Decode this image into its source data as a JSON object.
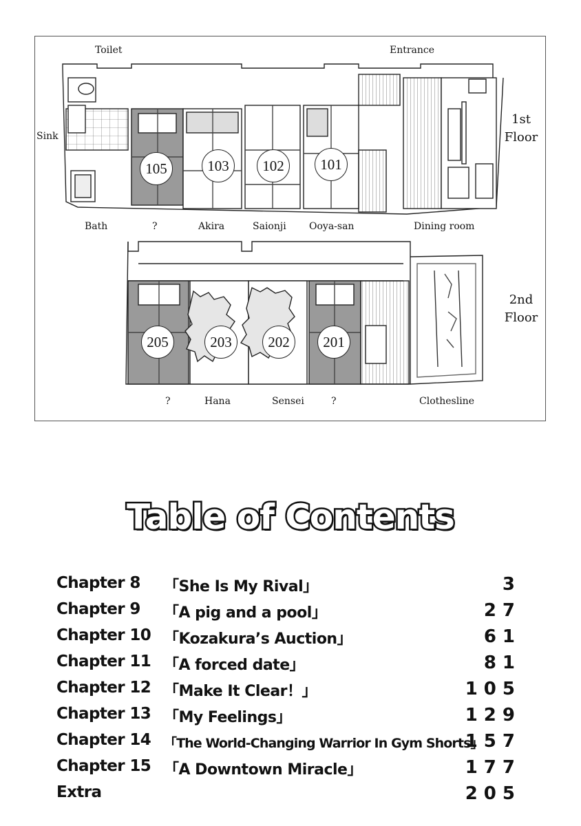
{
  "floor_plan": {
    "floor_labels": {
      "first_line1": "1st",
      "first_line2": "Floor",
      "second_line1": "2nd",
      "second_line2": "Floor"
    },
    "labels": {
      "toilet": "Toilet",
      "entrance": "Entrance",
      "sink": "Sink",
      "bath": "Bath",
      "unknown_105": "?",
      "akira": "Akira",
      "saionji": "Saionji",
      "ooya": "Ooya-san",
      "dining": "Dining room",
      "unknown_205": "?",
      "hana": "Hana",
      "sensei": "Sensei",
      "unknown_201": "?",
      "clothesline": "Clothesline"
    },
    "rooms_first": [
      "105",
      "103",
      "102",
      "101"
    ],
    "rooms_second": [
      "205",
      "203",
      "202",
      "201"
    ]
  },
  "toc": {
    "title": "Table of Contents",
    "entries": [
      {
        "chapter": "Chapter 8",
        "name": "「She Is My Rival」",
        "page": "3"
      },
      {
        "chapter": "Chapter 9",
        "name": "「A pig and a pool」",
        "page": "27"
      },
      {
        "chapter": "Chapter 10",
        "name": "「Kozakura’s Auction」",
        "page": "61"
      },
      {
        "chapter": "Chapter 11",
        "name": "「A forced date」",
        "page": "81"
      },
      {
        "chapter": "Chapter 12",
        "name": "「Make It Clear！」",
        "page": "105"
      },
      {
        "chapter": "Chapter 13",
        "name": "「My Feelings」",
        "page": "129"
      },
      {
        "chapter": "Chapter 14",
        "name": "「The World-Changing Warrior In Gym Shorts」",
        "page": "157"
      },
      {
        "chapter": "Chapter 15",
        "name": "「A Downtown Miracle」",
        "page": "177"
      },
      {
        "chapter": "Extra",
        "name": "",
        "page": "205"
      }
    ]
  }
}
